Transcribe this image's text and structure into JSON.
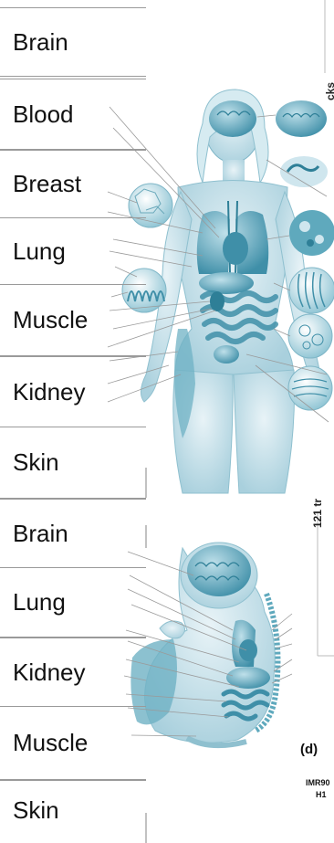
{
  "adult_labels": [
    "Brain",
    "Blood",
    "Breast",
    "Lung",
    "Muscle",
    "Kidney",
    "Skin"
  ],
  "fetal_labels": [
    "Brain",
    "Lung",
    "Kidney",
    "Muscle",
    "Skin"
  ],
  "side_text": {
    "top_rotated": "cks",
    "middle_rotated": "121 tr",
    "panel_letter": "(d)",
    "cell_line_1": "IMR90",
    "cell_line_2": "H1"
  },
  "colors": {
    "figure_teal": "#5fa9bd",
    "figure_teal_light": "#cfe6ee",
    "figure_teal_dark": "#2e7f97",
    "line_gray": "#9a9a9a",
    "text": "#111111"
  }
}
